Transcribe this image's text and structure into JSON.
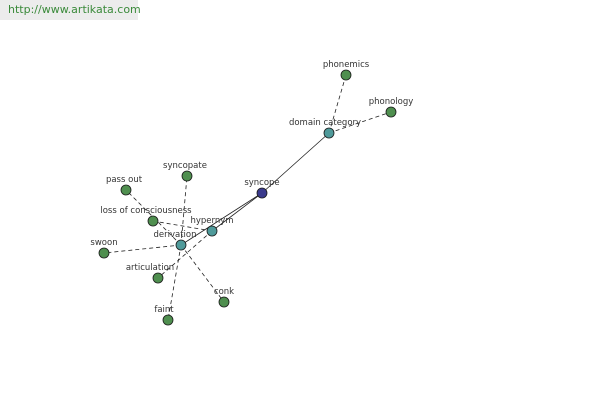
{
  "source_url": "http://www.artikata.com",
  "graph": {
    "center": "syncope",
    "nodes": [
      {
        "id": "syncope",
        "label": "syncope",
        "kind": "center",
        "color": "#3a3a8c"
      },
      {
        "id": "domain",
        "label": "domain category",
        "kind": "relation",
        "color": "#4f9a9a"
      },
      {
        "id": "phonemics",
        "label": "phonemics",
        "kind": "term",
        "color": "#4f8f4f"
      },
      {
        "id": "phonology",
        "label": "phonology",
        "kind": "term",
        "color": "#4f8f4f"
      },
      {
        "id": "hypernym",
        "label": "hypernym",
        "kind": "relation",
        "color": "#4f9a9a"
      },
      {
        "id": "derivation",
        "label": "derivation",
        "kind": "relation",
        "color": "#4f9a9a"
      },
      {
        "id": "syncopate",
        "label": "syncopate",
        "kind": "term",
        "color": "#4f8f4f"
      },
      {
        "id": "pass_out",
        "label": "pass out",
        "kind": "term",
        "color": "#4f8f4f"
      },
      {
        "id": "loss",
        "label": "loss of consciousness",
        "kind": "term",
        "color": "#4f8f4f"
      },
      {
        "id": "swoon",
        "label": "swoon",
        "kind": "term",
        "color": "#4f8f4f"
      },
      {
        "id": "articulation",
        "label": "articulation",
        "kind": "term",
        "color": "#4f8f4f"
      },
      {
        "id": "conk",
        "label": "conk",
        "kind": "term",
        "color": "#4f8f4f"
      },
      {
        "id": "faint",
        "label": "faint",
        "kind": "term",
        "color": "#4f8f4f"
      }
    ],
    "edges": [
      {
        "from": "syncope",
        "to": "domain",
        "style": "solid"
      },
      {
        "from": "syncope",
        "to": "hypernym",
        "style": "solid"
      },
      {
        "from": "syncope",
        "to": "derivation",
        "style": "solid"
      },
      {
        "from": "domain",
        "to": "phonemics",
        "style": "dashed"
      },
      {
        "from": "domain",
        "to": "phonology",
        "style": "dashed"
      },
      {
        "from": "hypernym",
        "to": "loss",
        "style": "dashed"
      },
      {
        "from": "hypernym",
        "to": "articulation",
        "style": "dashed"
      },
      {
        "from": "derivation",
        "to": "syncopate",
        "style": "dashed"
      },
      {
        "from": "derivation",
        "to": "pass_out",
        "style": "dashed"
      },
      {
        "from": "derivation",
        "to": "swoon",
        "style": "dashed"
      },
      {
        "from": "derivation",
        "to": "conk",
        "style": "dashed"
      },
      {
        "from": "derivation",
        "to": "faint",
        "style": "dashed"
      }
    ]
  }
}
